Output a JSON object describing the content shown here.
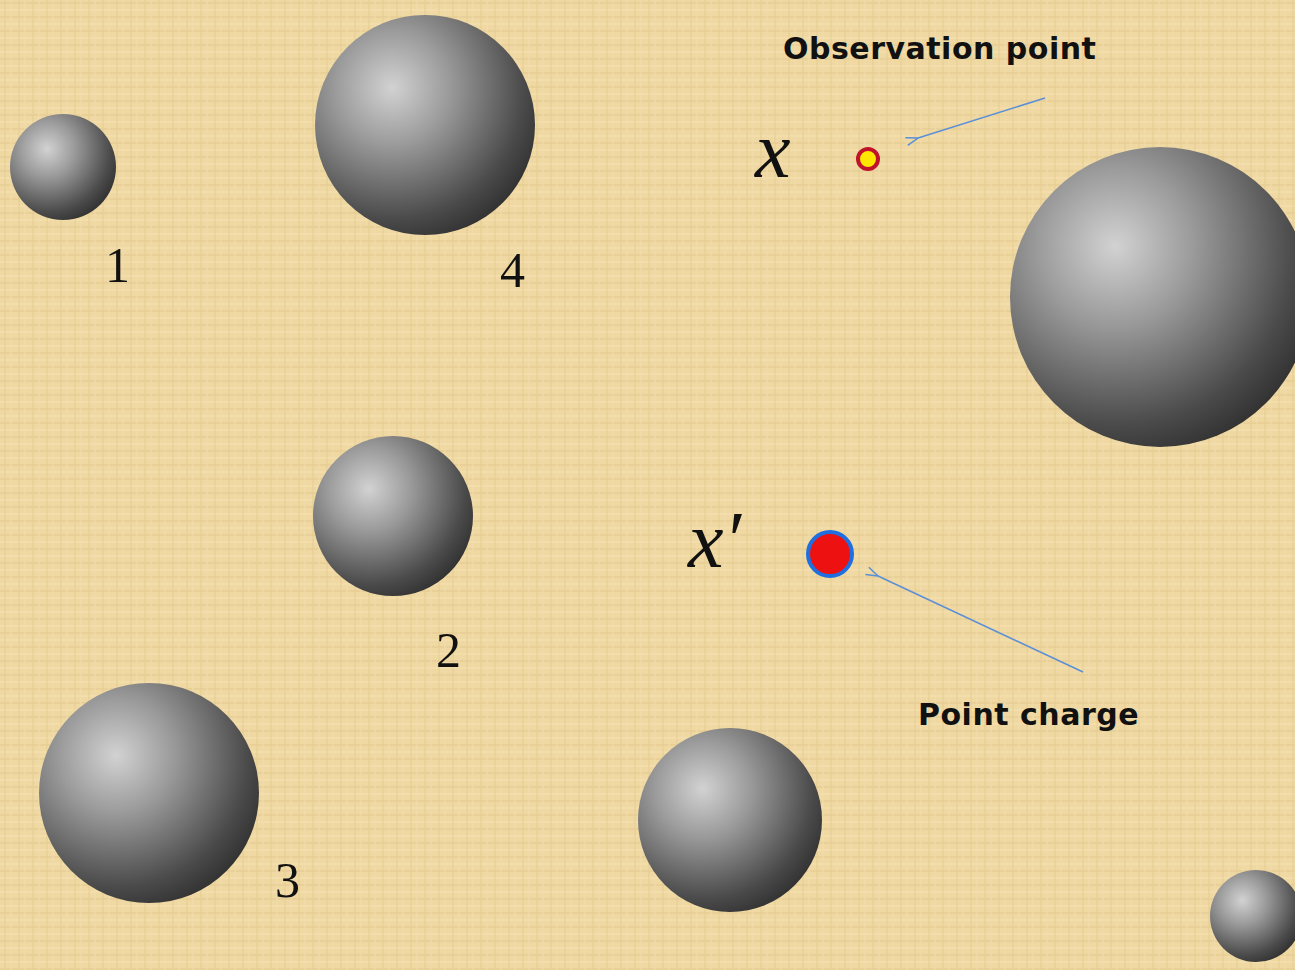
{
  "diagram": {
    "labels": [
      "Observation point",
      "x",
      "1",
      "4",
      "x′",
      "2",
      "Point charge",
      "3"
    ]
  }
}
